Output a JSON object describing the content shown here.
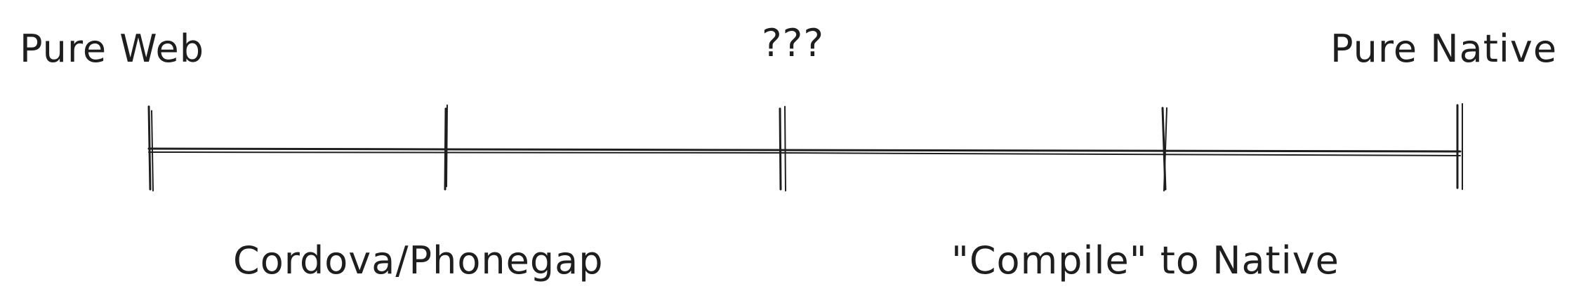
{
  "diagram": {
    "top_labels": {
      "left": "Pure Web",
      "middle": "???",
      "right": "Pure Native"
    },
    "bottom_labels": {
      "left": "Cordova/Phonegap",
      "right": "\"Compile\" to Native"
    },
    "stroke_color": "#1e1e1e",
    "background_color": "#ffffff"
  }
}
